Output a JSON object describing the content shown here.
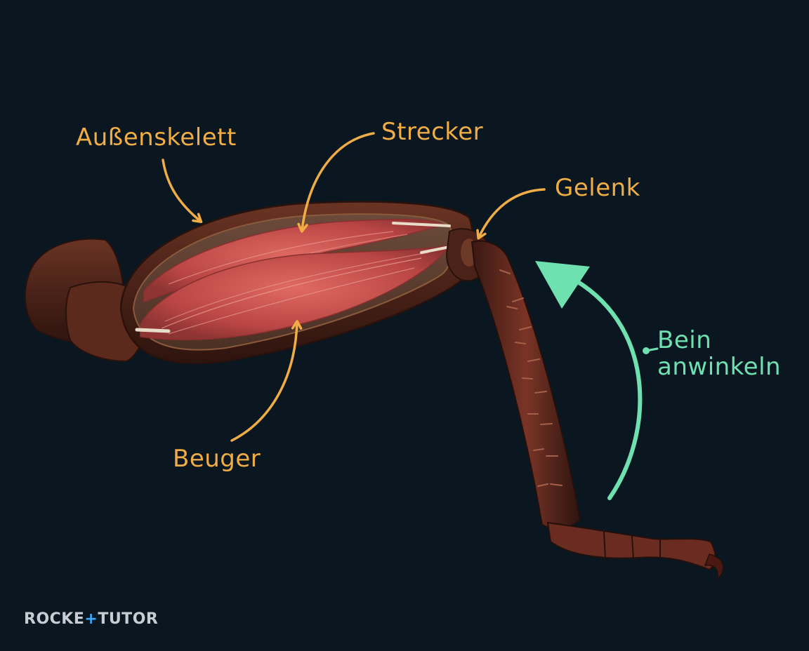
{
  "labels": {
    "exoskeleton": "Außenskelett",
    "extensor": "Strecker",
    "joint": "Gelenk",
    "flexor": "Beuger",
    "flex_action_line1": "Bein",
    "flex_action_line2": "anwinkeln"
  },
  "logo": {
    "part1": "ROCKE",
    "plus": "+",
    "part2": "TUTOR"
  },
  "colors": {
    "background": "#0a1620",
    "label_orange": "#f0ad45",
    "arrow_green": "#6fe0b0",
    "cuticle": "#5a2a1e",
    "muscle": "#c9504e",
    "logo_accent": "#3aa9ff"
  }
}
